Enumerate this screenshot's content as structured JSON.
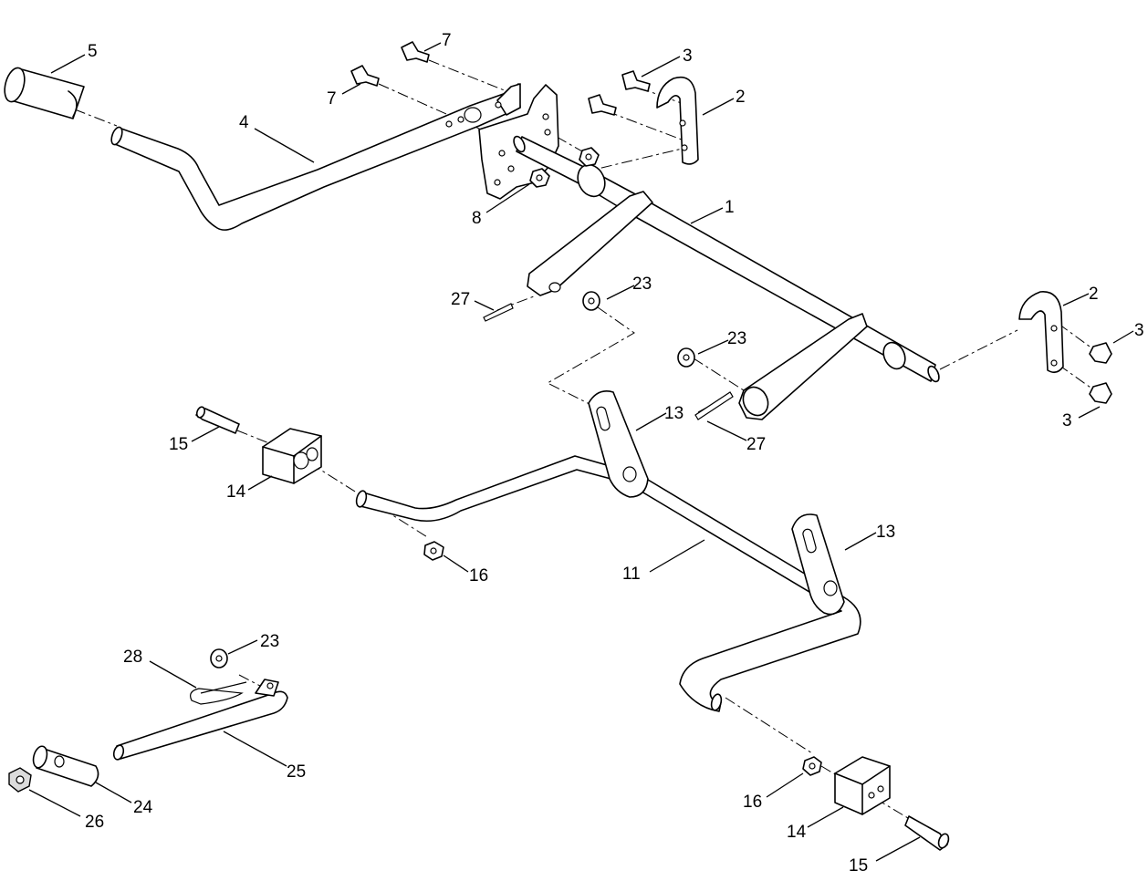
{
  "callouts": [
    {
      "id": "c-1",
      "label": "1"
    },
    {
      "id": "c-2a",
      "label": "2"
    },
    {
      "id": "c-2b",
      "label": "2"
    },
    {
      "id": "c-3a",
      "label": "3"
    },
    {
      "id": "c-3b",
      "label": "3"
    },
    {
      "id": "c-3c",
      "label": "3"
    },
    {
      "id": "c-4",
      "label": "4"
    },
    {
      "id": "c-5",
      "label": "5"
    },
    {
      "id": "c-7a",
      "label": "7"
    },
    {
      "id": "c-7b",
      "label": "7"
    },
    {
      "id": "c-8",
      "label": "8"
    },
    {
      "id": "c-11",
      "label": "11"
    },
    {
      "id": "c-13a",
      "label": "13"
    },
    {
      "id": "c-13b",
      "label": "13"
    },
    {
      "id": "c-14a",
      "label": "14"
    },
    {
      "id": "c-14b",
      "label": "14"
    },
    {
      "id": "c-15a",
      "label": "15"
    },
    {
      "id": "c-15b",
      "label": "15"
    },
    {
      "id": "c-16a",
      "label": "16"
    },
    {
      "id": "c-16b",
      "label": "16"
    },
    {
      "id": "c-23a",
      "label": "23"
    },
    {
      "id": "c-23b",
      "label": "23"
    },
    {
      "id": "c-23c",
      "label": "23"
    },
    {
      "id": "c-24",
      "label": "24"
    },
    {
      "id": "c-25",
      "label": "25"
    },
    {
      "id": "c-26",
      "label": "26"
    },
    {
      "id": "c-27a",
      "label": "27"
    },
    {
      "id": "c-27b",
      "label": "27"
    },
    {
      "id": "c-28",
      "label": "28"
    }
  ]
}
